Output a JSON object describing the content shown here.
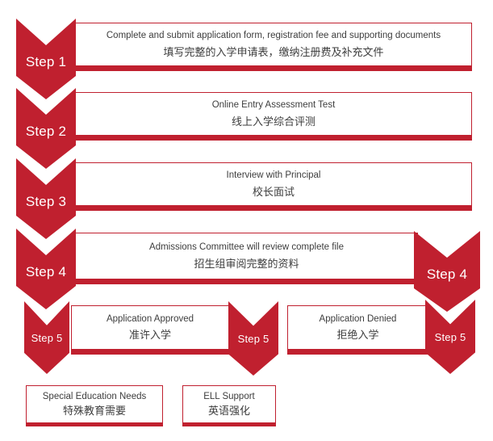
{
  "colors": {
    "accent_red": "#c0202f",
    "text": "#3d3d3d",
    "background": "#ffffff",
    "step_label_text": "#ffffff"
  },
  "steps": {
    "s1": "Step 1",
    "s2": "Step 2",
    "s3": "Step 3",
    "s4": "Step 4",
    "s4_right": "Step 4",
    "s5_left": "Step 5",
    "s5_mid": "Step 5",
    "s5_right": "Step 5"
  },
  "boxes": {
    "b1": {
      "en": "Complete and submit application form, registration fee and supporting documents",
      "zh": "填写完整的入学申请表，缴纳注册费及补充文件"
    },
    "b2": {
      "en": "Online Entry Assessment Test",
      "zh": "线上入学综合评测"
    },
    "b3": {
      "en": "Interview with Principal",
      "zh": "校长面试"
    },
    "b4": {
      "en": "Admissions Committee will review complete file",
      "zh": "招生组审阅完整的资料"
    },
    "approved": {
      "en": "Application Approved",
      "zh": "准许入学"
    },
    "denied": {
      "en": "Application Denied",
      "zh": "拒绝入学"
    },
    "sen": {
      "en": "Special Education Needs",
      "zh": "特殊教育需要"
    },
    "ell": {
      "en": "ELL Support",
      "zh": "英语强化"
    }
  }
}
